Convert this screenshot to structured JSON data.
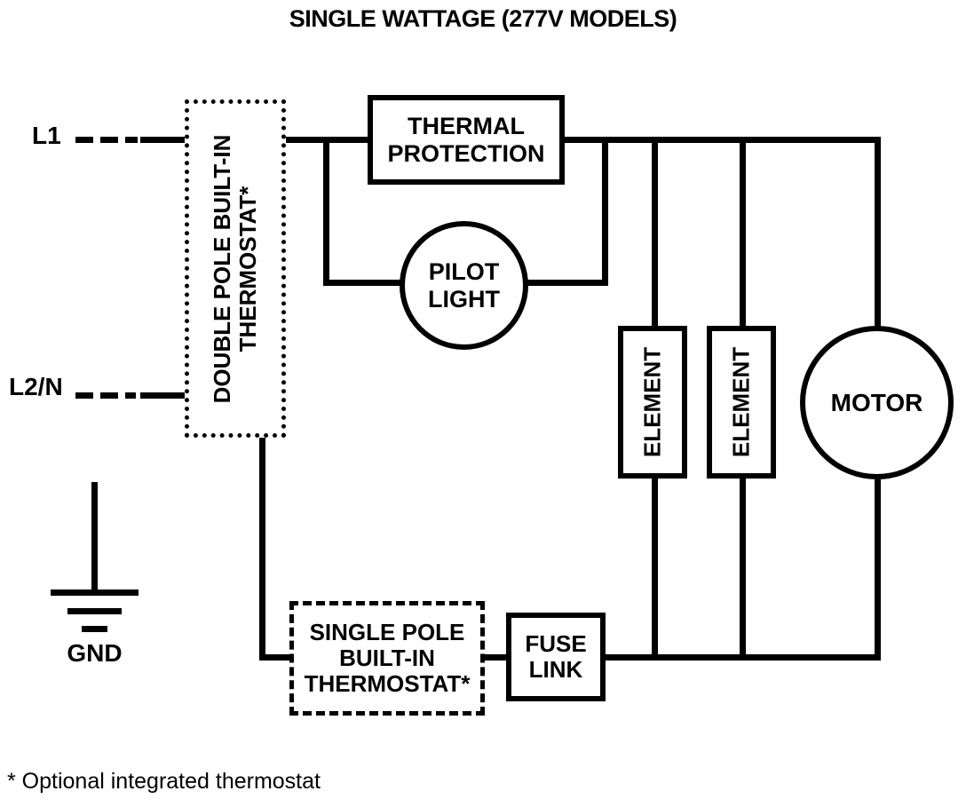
{
  "title": "SINGLE WATTAGE (277V MODELS)",
  "terminals": {
    "l1": "L1",
    "l2n": "L2/N",
    "gnd": "GND"
  },
  "components": {
    "double_pole_thermostat": "DOUBLE POLE BUILT-IN\nTHERMOSTAT*",
    "thermal_protection": "THERMAL\nPROTECTION",
    "pilot_light": "PILOT\nLIGHT",
    "element_1": "ELEMENT",
    "element_2": "ELEMENT",
    "motor": "MOTOR",
    "single_pole_thermostat": "SINGLE POLE\nBUILT-IN\nTHERMOSTAT*",
    "fuse_link": "FUSE\nLINK"
  },
  "footnote": "* Optional integrated thermostat",
  "colors": {
    "line": "#000000",
    "background": "#ffffff"
  }
}
